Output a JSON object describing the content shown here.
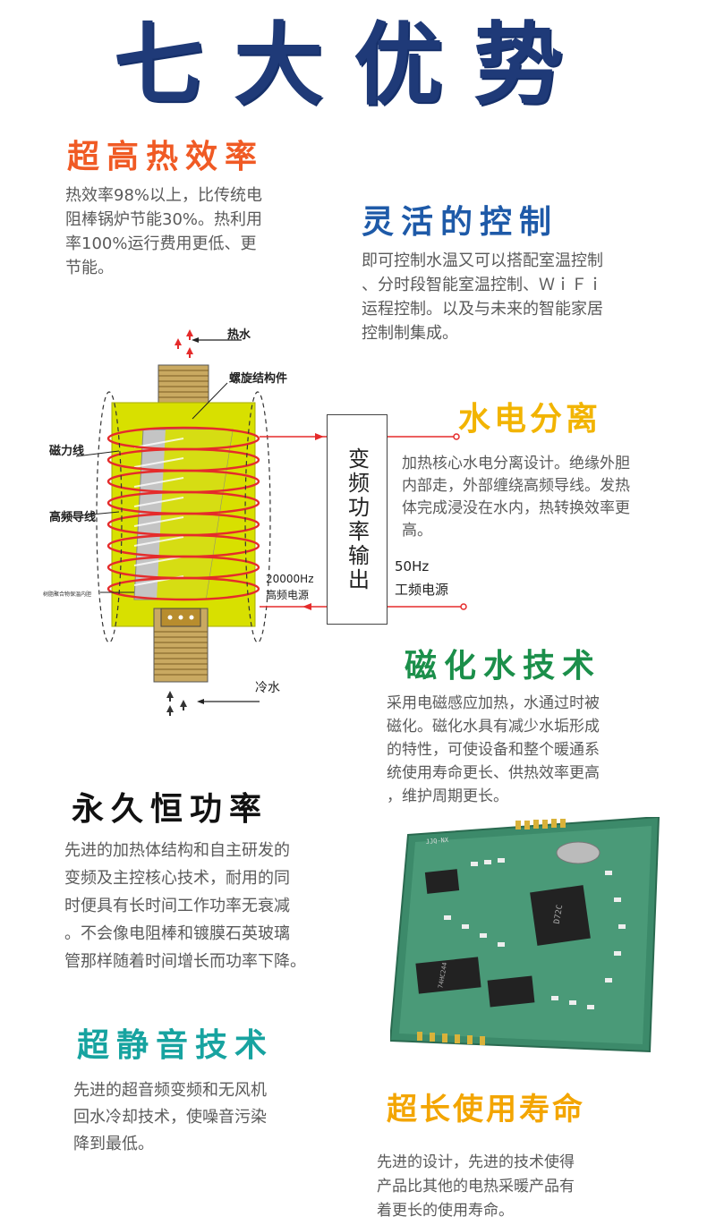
{
  "title": "七大优势",
  "colors": {
    "title": "#1f3a78",
    "orange": "#f05a24",
    "blue": "#1e5aa8",
    "yellow": "#f2b400",
    "green": "#1b8f4a",
    "black": "#111111",
    "teal": "#17a3a0",
    "gold": "#f3a500",
    "coil": "#e52b2b",
    "core": "#d8e000"
  },
  "sections": {
    "efficiency": {
      "heading": "超高热效率",
      "text": "热效率98%以上，比传统电\n阻棒锅炉节能30%。热利用\n率100%运行费用更低、更\n节能。"
    },
    "control": {
      "heading": "灵活的控制",
      "text": "即可控制水温又可以搭配室温控制\n、分时段智能室温控制、ＷｉＦｉ\n运程控制。以及与未来的智能家居\n控制制集成。"
    },
    "separation": {
      "heading": "水电分离",
      "text": "加热核心水电分离设计。绝缘外胆\n内部走，外部缠绕高频导线。发热\n体完成浸没在水内，热转换效率更\n高。"
    },
    "magnetize": {
      "heading": "磁化水技术",
      "text": "采用电磁感应加热，水通过时被\n磁化。磁化水具有减少水垢形成\n的特性，可使设备和整个暖通系\n统使用寿命更长、供热效率更高\n，维护周期更长。"
    },
    "power": {
      "heading": "永久恒功率",
      "text": "先进的加热体结构和自主研发的\n变频及主控核心技术，耐用的同\n时便具有长时间工作功率无衰减\n。不会像电阻棒和镀膜石英玻璃\n管那样随着时间增长而功率下降。"
    },
    "silent": {
      "heading": "超静音技术",
      "text": "先进的超音频变频和无风机\n回水冷却技术，使噪音污染\n降到最低。"
    },
    "lifespan": {
      "heading": "超长使用寿命",
      "text": "先进的设计，先进的技术使得\n产品比其他的电热采暖产品有\n着更长的使用寿命。"
    }
  },
  "diagram": {
    "hot_water": "热水",
    "spiral": "螺旋结构件",
    "magnetic_line": "磁力线",
    "hf_wire": "高频导线",
    "insulation": "树脂聚合物保温内胆",
    "hz_high": "20000Hz",
    "hf_power": "高频电源",
    "converter": "变频功率输出",
    "hz_low": "50Hz",
    "mains": "工频电源",
    "cold_water": "冷水"
  },
  "pcb": {
    "chip_top": "JJQ-NX",
    "chip_mid": "D72C",
    "chip_left": "74HC244"
  }
}
